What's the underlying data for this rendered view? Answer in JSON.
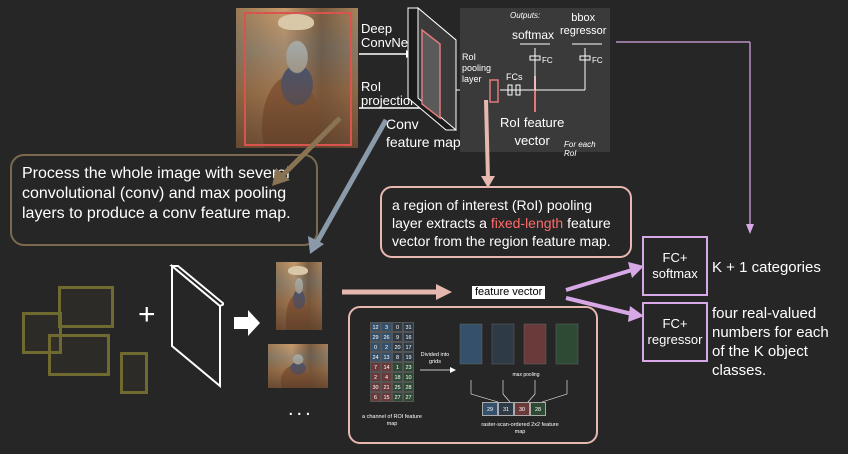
{
  "top_figure": {
    "deep_convnet": "Deep\nConvNet",
    "roi_projection": "RoI\nprojection",
    "conv_feature_map": "Conv\nfeature map",
    "roi_pooling_layer": "RoI\npooling\nlayer",
    "fcs": "FCs",
    "roi_feature_vector": "RoI feature\nvector",
    "outputs": "Outputs:",
    "softmax": "softmax",
    "bbox_regressor": "bbox\nregressor",
    "fc_left": "FC",
    "fc_right": "FC",
    "for_each_roi": "For each RoI"
  },
  "callouts": {
    "conv_text": "Process the whole image with several convolutional (conv) and max pooling layers to produce a conv feature map.",
    "roi_text_before": "a region of interest (RoI) pooling layer extracts a ",
    "roi_text_highlight": "fixed-length",
    "roi_text_after": " feature vector from the region feature map."
  },
  "bottom": {
    "plus": "+",
    "ellipsis": "...",
    "feature_vector": "feature vector",
    "fc_softmax_line1": "FC+",
    "fc_softmax_line2": "softmax",
    "fc_regressor_line1": "FC+",
    "fc_regressor_line2": "regressor",
    "categories": "K + 1 categories",
    "regressor_text": "four real-valued numbers for each of the K object classes."
  },
  "pooling_figure": {
    "divided": "Divided into grids",
    "left_caption": "a channel of ROI feature map",
    "right_caption": "raster-scan-ordered 2x2 feature map",
    "max_pooling": "max pooling",
    "grid_values": [
      [
        "12",
        "3",
        "0",
        "31"
      ],
      [
        "29",
        "26",
        "9",
        "16"
      ],
      [
        "0",
        "2",
        "20",
        "17"
      ],
      [
        "24",
        "13",
        "8",
        "19"
      ],
      [
        "7",
        "14",
        "1",
        "23"
      ],
      [
        "2",
        "4",
        "18",
        "10"
      ],
      [
        "30",
        "21",
        "25",
        "28"
      ],
      [
        "6",
        "15",
        "27",
        "27"
      ]
    ],
    "pooled": [
      "29",
      "31",
      "30",
      "28"
    ]
  },
  "colors": {
    "accent_pink": "#e7b8b0",
    "accent_purple": "#d8a8e6",
    "olive": "#6e6a30",
    "highlight": "#ff6b6b"
  }
}
